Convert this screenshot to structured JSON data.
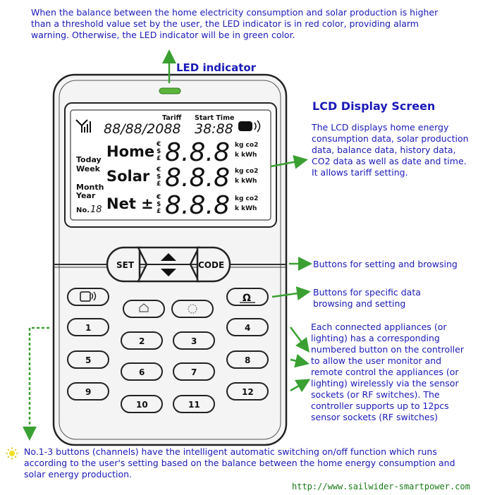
{
  "top_note": "When the balance between the home electricity consumption and solar production is higher than a threshold value set by the user, the LED indicator is in red color, providing alarm warning. Otherwise, the LED indicator will be in green color.",
  "led_label": "LED indicator",
  "lcd_title": "LCD Display Screen",
  "lcd_description": "The LCD  displays home energy consumption data, solar production data, balance data, history data, CO2 data as well as date and time. It allows tariff setting.",
  "buttons_browse_note": "Buttons for setting and browsing",
  "buttons_specific_note": "Buttons for specific data browsing and setting",
  "appliance_note": "Each connected appliances (or lighting) has a corresponding numbered button on the controller to allow the user monitor and remote control the appliances (or lighting) wirelessly via the sensor sockets (or RF switches). The controller supports up to 12pcs sensor sockets (RF switches)",
  "bottom_note": "No.1-3 buttons (channels) have the intelligent automatic switching on/off function which runs according to the user's setting based on the balance between the home energy consumption and solar energy production.",
  "url": "http://www.sailwider-smartpower.com",
  "lcd": {
    "date": "88/88/2088",
    "tariff": "Tariff",
    "start_time_label": "Start Time",
    "time": "38:88",
    "rows": [
      {
        "label": "Home",
        "digits": "8.8.8",
        "unit_top": "kg co2",
        "unit_bottom": "k kWh"
      },
      {
        "label": "Solar",
        "digits": "8.8.8",
        "unit_top": "kg co2",
        "unit_bottom": "k kWh"
      },
      {
        "label": "Net ±",
        "digits": "8.8.8",
        "unit_top": "kg co2",
        "unit_bottom": "k kWh"
      }
    ],
    "period_today": "Today",
    "period_week": "Week",
    "period_month": "Month",
    "period_year": "Year",
    "no_label": "No.",
    "no_value": "18"
  },
  "keys": {
    "set": "SET",
    "code": "CODE",
    "omega": "Ω",
    "n1": "1",
    "n2": "2",
    "n3": "3",
    "n4": "4",
    "n5": "5",
    "n6": "6",
    "n7": "7",
    "n8": "8",
    "n9": "9",
    "n10": "10",
    "n11": "11",
    "n12": "12"
  },
  "colors": {
    "annotation_text": "#1a1ab8",
    "arrow": "#3aa032",
    "led": "#5ab53a",
    "url": "#1a7a1a"
  }
}
